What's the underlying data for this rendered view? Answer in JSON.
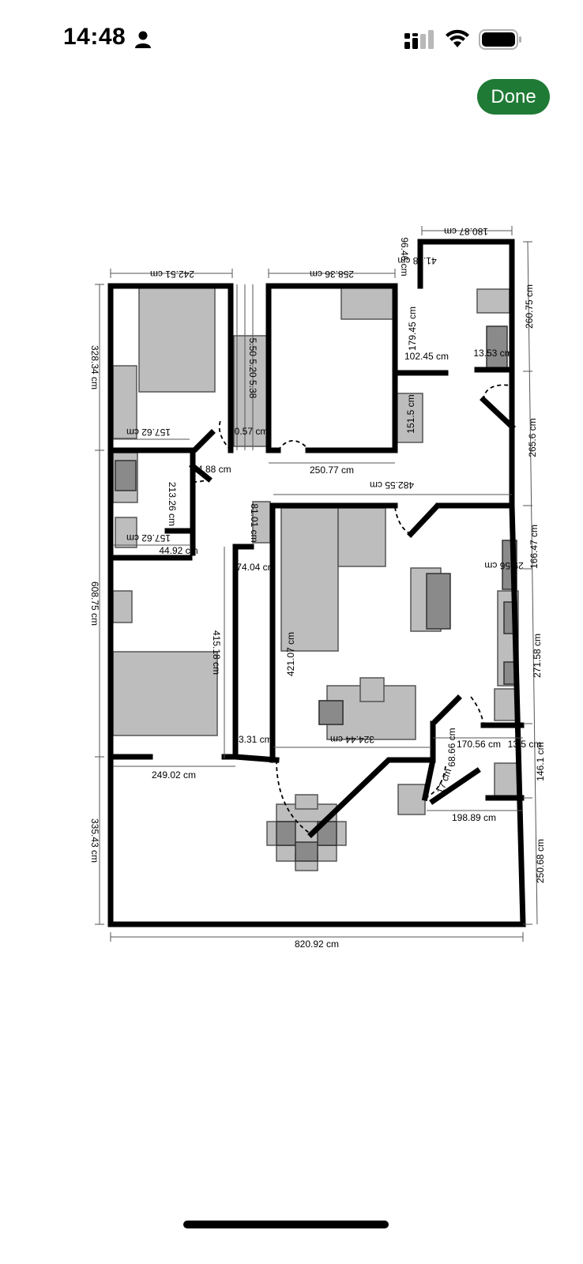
{
  "status_bar": {
    "time": "14:48",
    "icons": [
      "person-icon",
      "signal-icon",
      "wifi-icon",
      "battery-icon"
    ]
  },
  "toolbar": {
    "done_label": "Done",
    "done_color": "#1f7a35"
  },
  "floorplan": {
    "wall_color": "#000000",
    "furniture_color": "#bdbdbd",
    "furniture_dark_color": "#8a8a8a",
    "dimensions": {
      "top_left_width": "242.51 cm",
      "top_mid_width": "258.36 cm",
      "top_right_width": "180.87 cm",
      "right_96": "96.46 cm",
      "right_41": "41.38 cm",
      "right_179": "179.45 cm",
      "right_102": "102.45 cm",
      "right_13": "13.53 cm",
      "right_151": "151.5 cm",
      "right_260": "260.75 cm",
      "right_265": "265.6 cm",
      "right_166": "166.47 cm",
      "right_271": "271.58 cm",
      "right_146": "146.1 cm",
      "right_250": "250.68 cm",
      "right_29": "29.56 cm",
      "left_328": "328.34 cm",
      "left_608": "608.75 cm",
      "left_335": "335.43 cm",
      "closet_157_top": "157.62 cm",
      "closet_057": "0.57 cm",
      "closet_5x": "5.50 5.20 5.38",
      "closet_34": "34.88 cm",
      "closet_213": "213.26 cm",
      "closet_157_bot": "157.62 cm",
      "closet_44": "44.92 cm",
      "mid_250": "250.77 cm",
      "mid_482": "482.55 cm",
      "mid_81": "81.01 cm",
      "mid_74": "74.04 cm",
      "mid_415": "415.18 cm",
      "mid_421": "421.07 cm",
      "mid_324": "324.44 cm",
      "mid_33": "33.31 cm",
      "bath_68": "68.66 cm",
      "bath_170": "170.56 cm",
      "bath_13": "13.5 cm",
      "bath_17": "17 cm",
      "bath_198": "198.89 cm",
      "bottom_249": "249.02 cm",
      "bottom_total": "820.92 cm"
    }
  }
}
